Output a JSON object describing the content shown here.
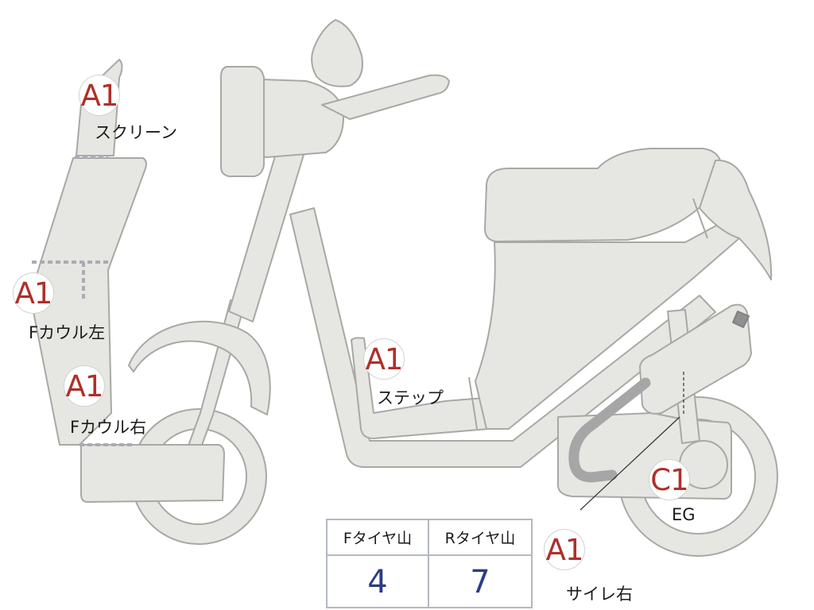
{
  "parts": [
    {
      "id": "screen",
      "grade": "A1",
      "label": "スクリーン"
    },
    {
      "id": "f-cowl-left",
      "grade": "A1",
      "label": "Fカウル左"
    },
    {
      "id": "f-cowl-right",
      "grade": "A1",
      "label": "Fカウル右"
    },
    {
      "id": "step",
      "grade": "A1",
      "label": "ステップ"
    },
    {
      "id": "engine",
      "grade": "C1",
      "label": "EG"
    },
    {
      "id": "muffler-right",
      "grade": "A1",
      "label": "サイレ右"
    }
  ],
  "tire_table": {
    "front_header": "Fタイヤ山",
    "rear_header": "Rタイヤ山",
    "front_value": "4",
    "rear_value": "7"
  },
  "colors": {
    "body_fill": "#e6e6e2",
    "outline": "#a8a8a4",
    "dotted": "#a9acb4",
    "grade_text": "#b02f2a",
    "value_text": "#2b3d86"
  }
}
